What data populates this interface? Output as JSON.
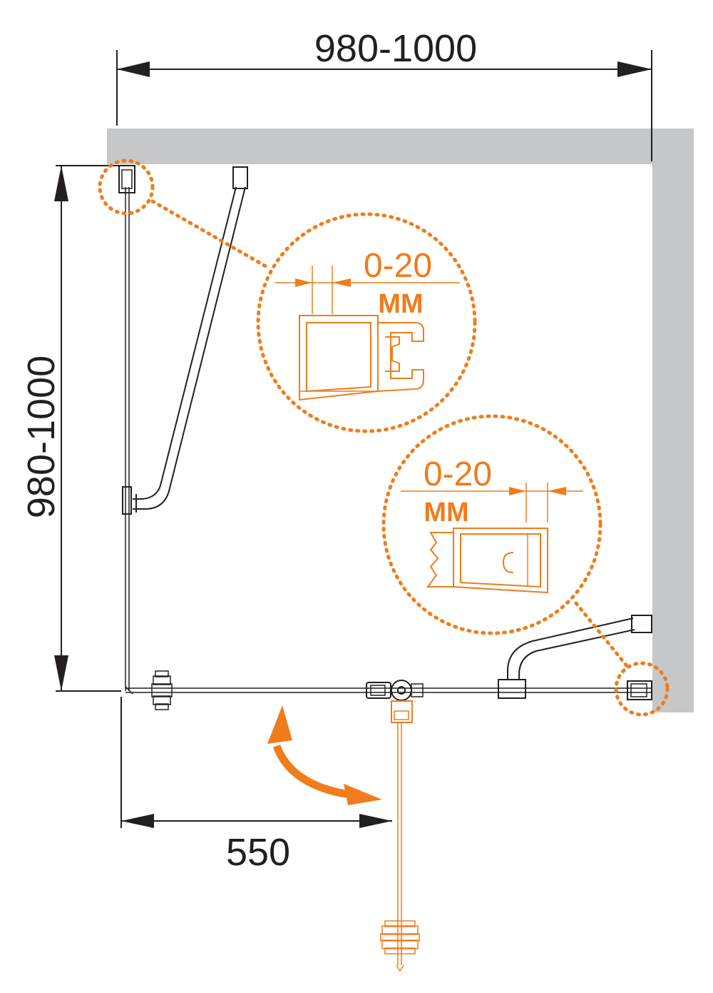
{
  "dimensions": {
    "top_width": "980-1000",
    "left_depth": "980-1000",
    "door_width": "550"
  },
  "callouts": {
    "upper": {
      "range": "0-20",
      "unit": "MM"
    },
    "lower": {
      "range": "0-20",
      "unit": "MM"
    }
  },
  "colors": {
    "wall": "#c6c7c9",
    "line": "#231f20",
    "accent": "#f07c1b"
  }
}
